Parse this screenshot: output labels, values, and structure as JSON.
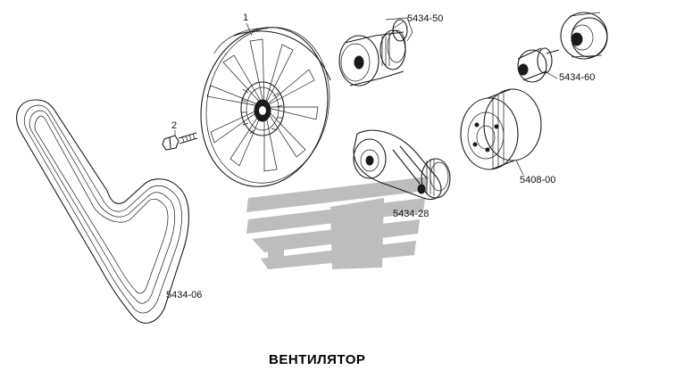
{
  "caption": "ВЕНТИЛЯТОР",
  "labels": {
    "fan": "1",
    "bolt": "2",
    "pulley_top": "5434-50",
    "pulley_right": "5434-60",
    "tensioner": "5434-28",
    "crank_pulley": "5408-00",
    "belt": "5434-06"
  },
  "colors": {
    "line": "#1a1a1a",
    "watermark": "#b9b9b9",
    "background": "#ffffff"
  }
}
